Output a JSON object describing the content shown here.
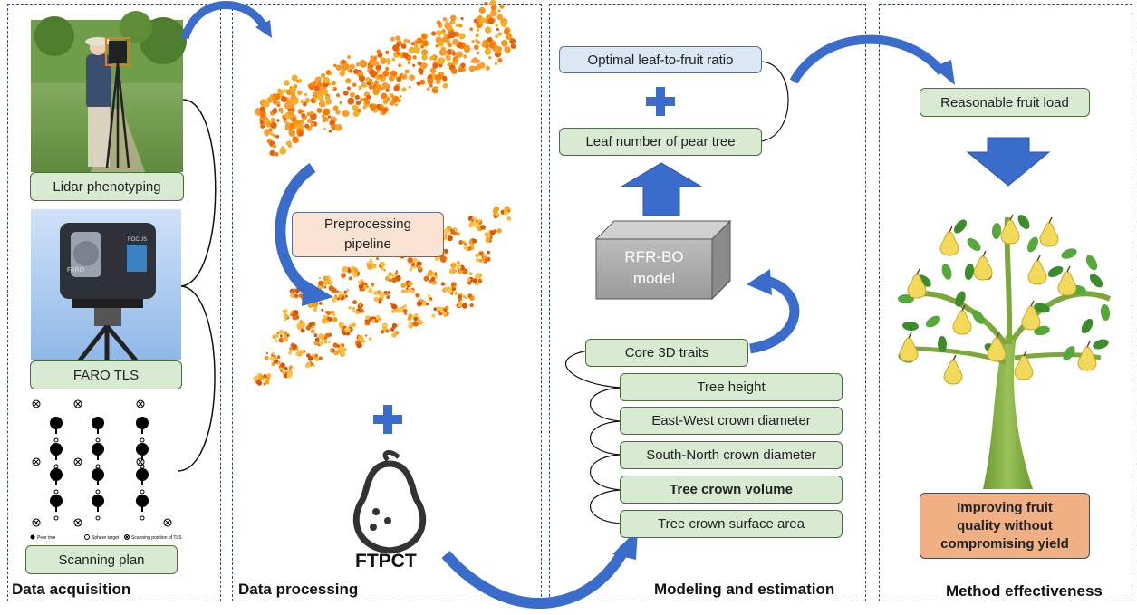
{
  "panels": {
    "acquisition": "Data acquisition",
    "processing": "Data processing",
    "modeling": "Modeling and estimation",
    "effectiveness": "Method effectiveness"
  },
  "acquisition": {
    "lidar": "Lidar phenotyping",
    "faro": "FARO TLS",
    "scan_plan": "Scanning plan",
    "legend": {
      "pear_tree": "Pear tree",
      "sphere": "Sphere target",
      "scan_pos": "Scanning position of TLS"
    },
    "scanner_brand": "FARO",
    "scanner_model": "FOCUS"
  },
  "processing": {
    "preprocessing": "Preprocessing pipeline",
    "ftpct": "FTPCT"
  },
  "modeling": {
    "optimal": "Optimal leaf-to-fruit ratio",
    "leaf_number": "Leaf number of pear tree",
    "model": "RFR-BO model",
    "core": "Core 3D traits",
    "traits": [
      "Tree height",
      "East-West crown diameter",
      "South-North crown diameter",
      "Tree crown volume",
      "Tree crown surface area"
    ]
  },
  "effectiveness": {
    "fruit_load": "Reasonable fruit load",
    "improving": "Improving fruit quality without compromising yield"
  },
  "colors": {
    "green_box": "#d9ead3",
    "blue_box": "#dbe7f5",
    "arrow": "#3a6ccc",
    "orange_box": "#f1b083",
    "peach_box": "#fbe3d3"
  }
}
